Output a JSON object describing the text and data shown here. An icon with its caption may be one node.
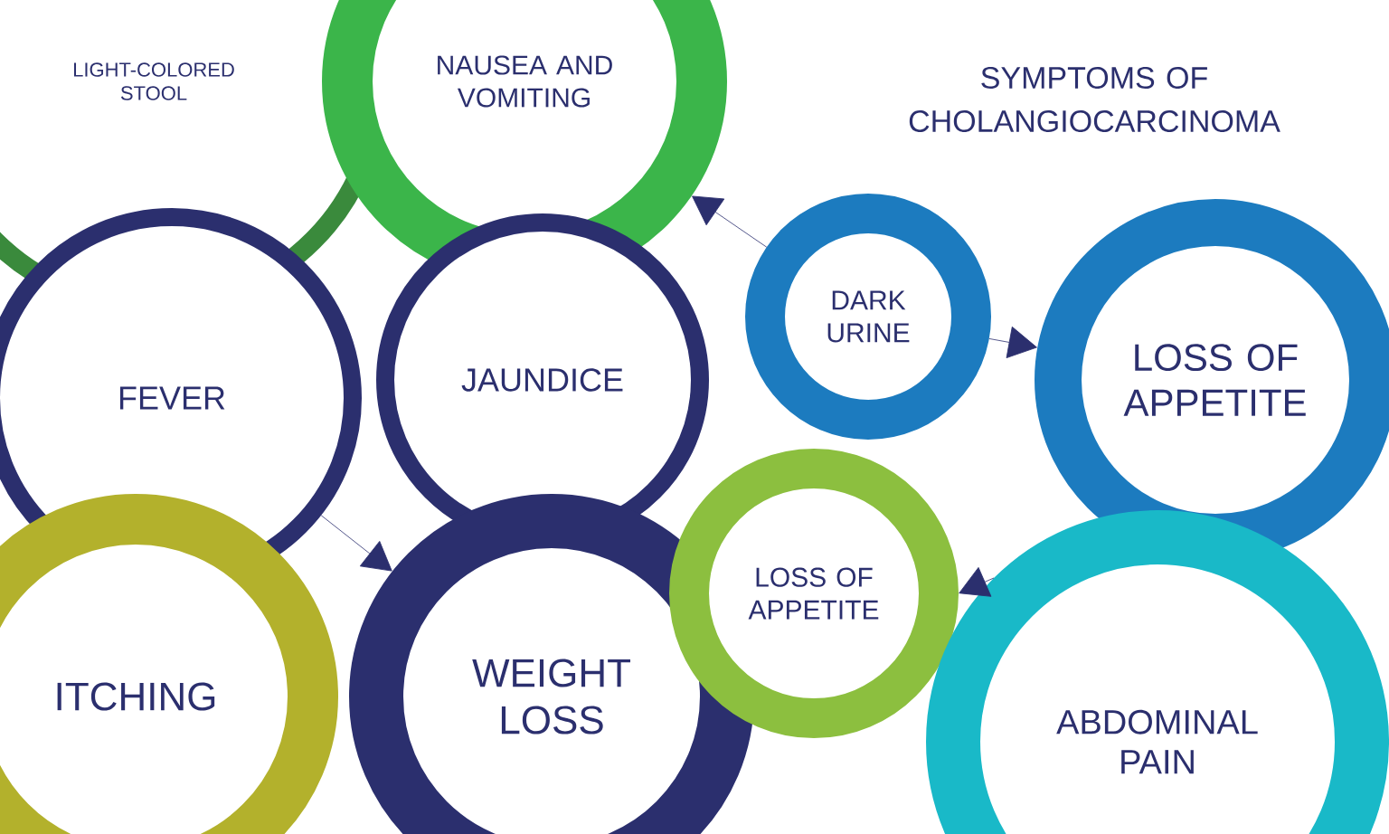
{
  "diagram": {
    "title": "SYMPTOMS OF CHOLANGIOCARCINOMA",
    "nodes": [
      {
        "text": [
          "LIGHT-COLORED STOOL"
        ]
      },
      {
        "text": [
          "NAUSEA AND VOMITING"
        ]
      },
      {
        "text": [
          "FEVER"
        ]
      },
      {
        "text": [
          "JAUNDICE"
        ]
      },
      {
        "text": [
          "DARK URINE"
        ]
      },
      {
        "text": [
          "LOSS OF APPETITE"
        ]
      },
      {
        "text": [
          "ITCHING"
        ]
      },
      {
        "text": [
          "WEIGHT LOSS"
        ]
      },
      {
        "text": [
          "LOSS OF APPETITE"
        ]
      },
      {
        "text": [
          "ABDOMINAL PAIN"
        ]
      }
    ],
    "edges": [
      {
        "from": 4,
        "to": 1,
        "arrow": "to"
      },
      {
        "from": 4,
        "to": 5,
        "arrow": "to"
      },
      {
        "from": 2,
        "to": 7,
        "arrow": "to"
      },
      {
        "from": 9,
        "to": 8,
        "arrow": "to"
      }
    ]
  }
}
